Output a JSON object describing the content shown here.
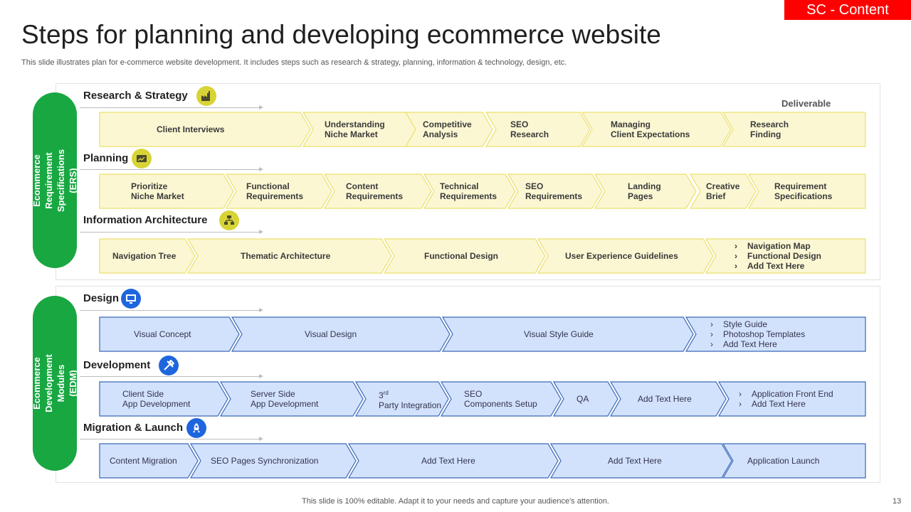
{
  "header": {
    "tag": "SC - Content",
    "title": "Steps for planning and developing ecommerce website",
    "subtitle": "This slide illustrates plan for e-commerce website development. It includes steps such as research & strategy, planning, information & technology, design, etc."
  },
  "groups": [
    {
      "label": "Ecommerce Requirement\nSpecifications (ERS)"
    },
    {
      "label": "Ecommerce Development\nModules (EDM)"
    }
  ],
  "deliverable_label": "Deliverable",
  "colors": {
    "yellow_fill": "#fbf7d3",
    "yellow_stroke": "#ece06e",
    "blue_fill": "#d3e2fc",
    "blue_stroke": "#3a68b8",
    "green": "#19a742",
    "tag_red": "#ff0000"
  },
  "lanes": [
    {
      "title": "Research & Strategy",
      "icon": "factory-icon",
      "steps": [
        "Client  Interviews",
        "Understanding\nNiche Market",
        "Competitive\nAnalysis",
        "SEO\nResearch",
        "Managing\nClient Expectations",
        "Research\nFinding"
      ]
    },
    {
      "title": "Planning",
      "icon": "chart-board-icon",
      "steps": [
        "Prioritize\nNiche Market",
        "Functional\nRequirements",
        "Content\nRequirements",
        "Technical\nRequirements",
        "SEO\nRequirements",
        "Landing\nPages",
        "Creative\nBrief",
        "Requirement\nSpecifications"
      ]
    },
    {
      "title": "Information Architecture",
      "icon": "hierarchy-icon",
      "steps": [
        "Navigation  Tree",
        "Thematic Architecture",
        "Functional  Design",
        "User Experience Guidelines"
      ],
      "deliverables": [
        "Navigation  Map",
        "Functional  Design",
        "Add  Text Here"
      ]
    },
    {
      "title": "Design",
      "icon": "monitor-icon",
      "steps": [
        "Visual Concept",
        "Visual Design",
        "Visual Style Guide"
      ],
      "deliverables": [
        "Style Guide",
        "Photoshop Templates",
        "Add Text Here"
      ]
    },
    {
      "title": "Development",
      "icon": "tools-icon",
      "steps": [
        "Client Side\nApp Development",
        "Server Side\nApp Development",
        "3",
        "SEO\nComponents Setup",
        "QA",
        "Add Text Here"
      ],
      "step3_sup": "rd",
      "step3_rest": "\nParty Integration",
      "deliverables": [
        "Application Front End",
        "Add Text Here"
      ]
    },
    {
      "title": "Migration & Launch",
      "icon": "rocket-icon",
      "steps": [
        "Content Migration",
        "SEO Pages Synchronization",
        "Add Text Here",
        "Add Text Here",
        "Application Launch"
      ]
    }
  ],
  "footer": {
    "note": "This slide is 100% editable. Adapt it to your needs and capture your audience's attention.",
    "page": "13"
  }
}
